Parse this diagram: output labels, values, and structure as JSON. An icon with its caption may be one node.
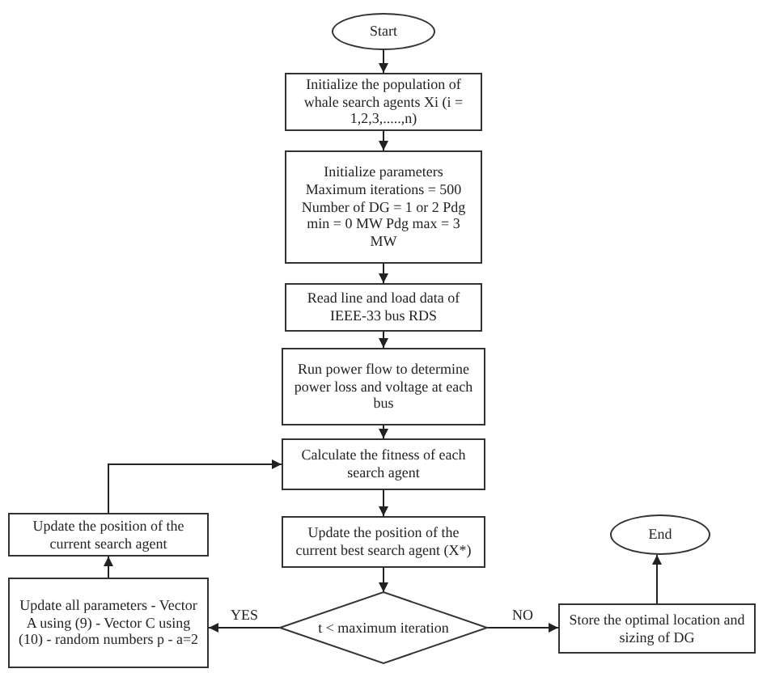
{
  "diagram": {
    "nodes": [
      {
        "text": [
          "Start"
        ]
      },
      {
        "text": [
          "Initialize the population of whale search agents Xi (i = 1,2,3,.....,n)"
        ]
      },
      {
        "text": [
          "Initialize parameters Maximum iterations = 500 Number of DG = 1 or 2 Pdg min = 0 MW Pdg max = 3 MW"
        ]
      },
      {
        "text": [
          "Read line and load data of IEEE-33 bus RDS"
        ]
      },
      {
        "text": [
          "Run power flow to determine power loss and voltage at each bus"
        ]
      },
      {
        "text": [
          "Calculate the fitness of each search agent"
        ]
      },
      {
        "text": [
          "Update the position of the current best search agent (X*)"
        ]
      },
      {
        "text": [
          "Update the position of the current search agent"
        ]
      },
      {
        "text": [
          "t < maximum iteration"
        ]
      },
      {
        "text": [
          "Update all parameters - Vector A using (9) - Vector C using (10) - random numbers p - a=2"
        ]
      },
      {
        "text": [
          "End"
        ]
      },
      {
        "text": [
          "Store the optimal location and sizing of DG"
        ]
      }
    ],
    "edges": [
      {
        "from": 0,
        "to": 1,
        "arrow": "to"
      },
      {
        "from": 1,
        "to": 2,
        "arrow": "to"
      },
      {
        "from": 2,
        "to": 3,
        "arrow": "to"
      },
      {
        "from": 3,
        "to": 4,
        "arrow": "to"
      },
      {
        "from": 4,
        "to": 5,
        "arrow": "to"
      },
      {
        "from": 5,
        "to": 6,
        "arrow": "to"
      },
      {
        "from": 6,
        "to": 8,
        "arrow": "to"
      },
      {
        "from": 8,
        "to": 9,
        "arrow": "to",
        "label": "YES"
      },
      {
        "from": 9,
        "to": 7,
        "arrow": "to"
      },
      {
        "from": 7,
        "to": 5,
        "arrow": "to"
      },
      {
        "from": 8,
        "to": 11,
        "arrow": "to",
        "label": "NO"
      },
      {
        "from": 11,
        "to": 10,
        "arrow": "to"
      }
    ]
  }
}
